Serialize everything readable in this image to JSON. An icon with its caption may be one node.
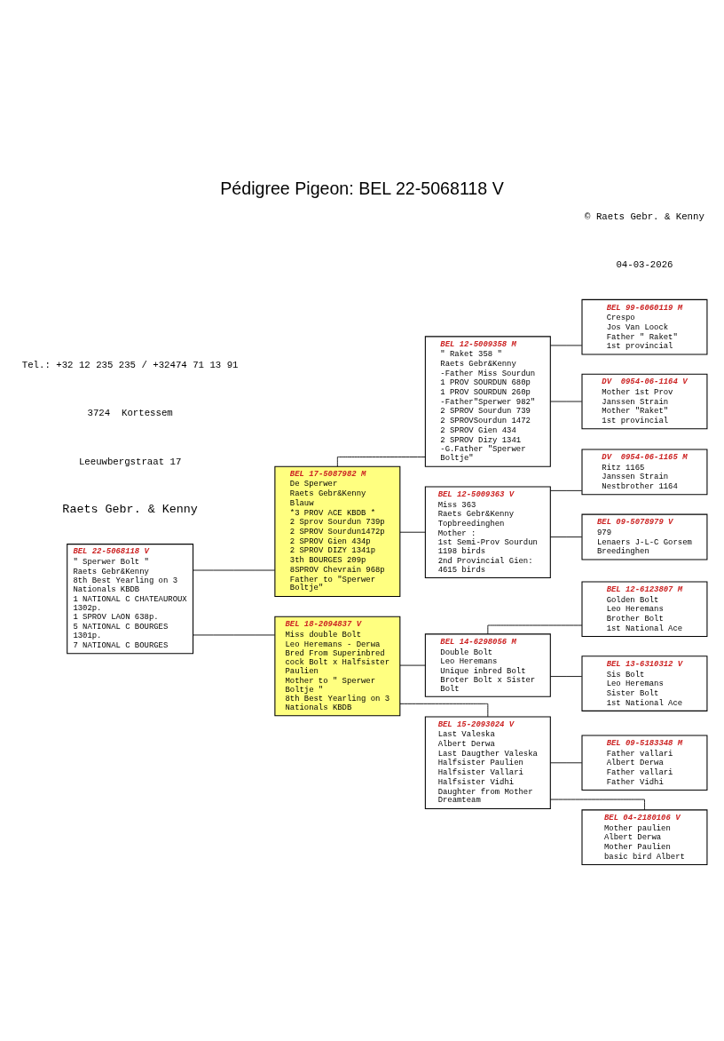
{
  "diagram": {
    "title": "Pédigree Pigeon: BEL 22-5068118 V",
    "nodes": [
      {
        "text": [
          "BEL 22-5068118 V",
          "\" Sperwer Bolt \"",
          "Raets Gebr&Kenny",
          "8th Best Yearling on 3 Nationals KBDB",
          "1 NATIONAL C CHATEAUROUX 1302p.",
          "1 SPROV LAON 638p.",
          "5 NATIONAL C BOURGES 1301p.",
          "7 NATIONAL C BOURGES"
        ]
      },
      {
        "text": [
          "BEL 17-5087982 M",
          "De Sperwer",
          "Raets Gebr&Kenny",
          "Blauw",
          "*3 PROV ACE KBDB *",
          "2 Sprov Sourdun 739p",
          "2 SPROV Sourdun1472p",
          "2 SPROV Gien 434p",
          "2 SPROV DIZY 1341p",
          "3th BOURGES 209p",
          "8SPROV Chevrain 968p",
          "Father to \"Sperwer Boltje\""
        ]
      },
      {
        "text": [
          "BEL 18-2094837 V",
          "Miss double Bolt",
          "Leo Heremans - Derwa",
          "Bred From Superinbred cock Bolt x Halfsister Paulien",
          "Mother to \" Sperwer Boltje \"",
          "8th Best Yearling on 3 Nationals KBDB"
        ]
      },
      {
        "text": [
          "BEL 12-5009358 M",
          "\" Raket 358 \"",
          "Raets Gebr&Kenny",
          "-Father Miss Sourdun",
          "1 PROV SOURDUN 680p",
          "1 PROV SOURDUN 260p",
          "-Father\"Sperwer 982\"",
          "2 SPROV Sourdun 739",
          "2 SPROVSourdun 1472",
          "2 SPROV Gien 434",
          "2 SPROV Dizy 1341",
          "-G.Father \"Sperwer Boltje\""
        ]
      },
      {
        "text": [
          "BEL 12-5009363 V",
          "Miss 363",
          "Raets Gebr&Kenny",
          "Topbreedinghen",
          "Mother :",
          "1st Semi-Prov Sourdun 1198 birds",
          "2nd Provincial Gien: 4615 birds"
        ]
      },
      {
        "text": [
          "BEL 14-6298056 M",
          "Double Bolt",
          "Leo Heremans",
          "Unique inbred Bolt Broter Bolt x Sister Bolt"
        ]
      },
      {
        "text": [
          "BEL 15-2093024 V",
          "Last Valeska",
          "Albert Derwa",
          "Last Daugther Valeska",
          "Halfsister Paulien",
          "Halfsister Vallari",
          "Halfsister Vidhi",
          "Daughter from Mother Dreamteam"
        ]
      },
      {
        "text": [
          "BEL 99-6060119 M",
          "Crespo",
          "Jos Van Loock",
          "Father \" Raket\"",
          "1st provincial"
        ]
      },
      {
        "text": [
          "DV  0954-06-1164 V",
          "Mother 1st Prov",
          "Janssen Strain",
          "Mother \"Raket\"",
          "1st provincial"
        ]
      },
      {
        "text": [
          "DV  0954-06-1165 M",
          "Ritz 1165",
          "Janssen Strain",
          "Nestbrother 1164"
        ]
      },
      {
        "text": [
          "BEL 09-5078979 V",
          "979",
          "Lenaers J-L-C Gorsem",
          "Breedinghen"
        ]
      },
      {
        "text": [
          "BEL 12-6123807 M",
          "Golden Bolt",
          "Leo Heremans",
          "Brother Bolt",
          "1st National Ace"
        ]
      },
      {
        "text": [
          "BEL 13-6310312 V",
          "Sis Bolt",
          "Leo Heremans",
          "Sister Bolt",
          "1st National Ace"
        ]
      },
      {
        "text": [
          "BEL 09-5183348 M",
          "Father vallari",
          "Albert Derwa",
          "Father vallari",
          "Father Vidhi"
        ]
      },
      {
        "text": [
          "BEL 04-2180106 V",
          "Mother paulien",
          "Albert Derwa",
          "Mother Paulien",
          "basic bird Albert"
        ]
      }
    ],
    "edges": [
      {
        "from": 0,
        "to": 1,
        "arrow": "none"
      },
      {
        "from": 0,
        "to": 2,
        "arrow": "none"
      },
      {
        "from": 1,
        "to": 3,
        "arrow": "none"
      },
      {
        "from": 1,
        "to": 4,
        "arrow": "none"
      },
      {
        "from": 2,
        "to": 5,
        "arrow": "none"
      },
      {
        "from": 2,
        "to": 6,
        "arrow": "none"
      },
      {
        "from": 3,
        "to": 7,
        "arrow": "none"
      },
      {
        "from": 3,
        "to": 8,
        "arrow": "none"
      },
      {
        "from": 4,
        "to": 9,
        "arrow": "none"
      },
      {
        "from": 4,
        "to": 10,
        "arrow": "none"
      },
      {
        "from": 5,
        "to": 11,
        "arrow": "none"
      },
      {
        "from": 5,
        "to": 12,
        "arrow": "none"
      },
      {
        "from": 6,
        "to": 13,
        "arrow": "none"
      },
      {
        "from": 6,
        "to": 14,
        "arrow": "none"
      }
    ],
    "labels": [
      "Raets Gebr. & Kenny",
      "Leeuwbergstraat 17",
      "3724  Kortessem",
      "Tel.: +32 12 235 235 / +32474 71 13 91",
      "04-03-2026",
      "© Raets Gebr. & Kenny"
    ]
  }
}
